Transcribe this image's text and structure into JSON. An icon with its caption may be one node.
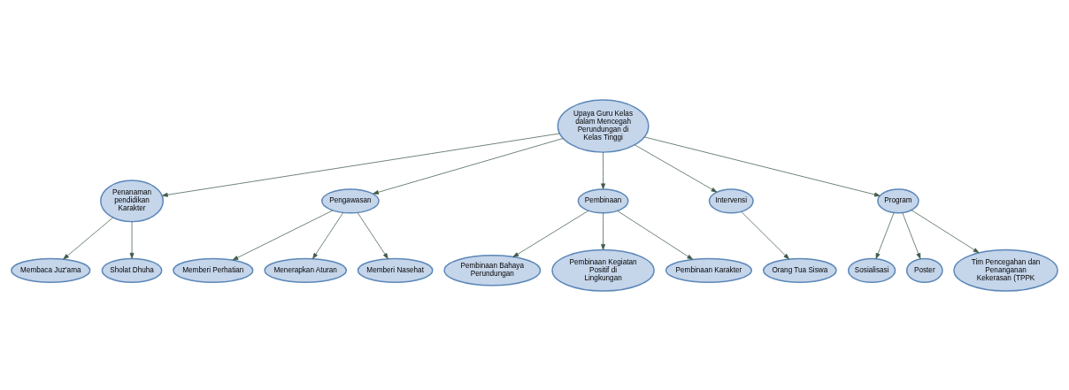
{
  "diagram": {
    "nodes": [
      {
        "text": [
          "Upaya Guru Kelas dalam Mencegah Perundungan di Kelas Tinggi"
        ]
      },
      {
        "text": [
          "Penanaman pendidikan Karakter"
        ]
      },
      {
        "text": [
          "Pengawasan"
        ]
      },
      {
        "text": [
          "Pembinaan"
        ]
      },
      {
        "text": [
          "Intervensi"
        ]
      },
      {
        "text": [
          "Program"
        ]
      },
      {
        "text": [
          "Membaca Juz'ama"
        ]
      },
      {
        "text": [
          "Sholat Dhuha"
        ]
      },
      {
        "text": [
          "Memberi Perhatian"
        ]
      },
      {
        "text": [
          "Menerapkan Aturan"
        ]
      },
      {
        "text": [
          "Memberi Nasehat"
        ]
      },
      {
        "text": [
          "Pembinaan Bahaya Perundungan"
        ]
      },
      {
        "text": [
          "Pembinaan Kegiatan Positif di Lingkungan"
        ]
      },
      {
        "text": [
          "Pembinaan Karakter"
        ]
      },
      {
        "text": [
          "Orang Tua Siswa"
        ]
      },
      {
        "text": [
          "Sosialisasi"
        ]
      },
      {
        "text": [
          "Poster"
        ]
      },
      {
        "text": [
          "Tim Pencegahan dan Penanganan Kekerasan (TPPK"
        ]
      }
    ],
    "edges": [
      {
        "from": 0,
        "to": 1,
        "arrow": "to"
      },
      {
        "from": 0,
        "to": 2,
        "arrow": "to"
      },
      {
        "from": 0,
        "to": 3,
        "arrow": "to"
      },
      {
        "from": 0,
        "to": 4,
        "arrow": "to"
      },
      {
        "from": 0,
        "to": 5,
        "arrow": "to"
      },
      {
        "from": 1,
        "to": 6,
        "arrow": "to"
      },
      {
        "from": 1,
        "to": 7,
        "arrow": "to"
      },
      {
        "from": 2,
        "to": 8,
        "arrow": "to"
      },
      {
        "from": 2,
        "to": 9,
        "arrow": "to"
      },
      {
        "from": 2,
        "to": 10,
        "arrow": "to"
      },
      {
        "from": 3,
        "to": 11,
        "arrow": "to"
      },
      {
        "from": 3,
        "to": 12,
        "arrow": "to"
      },
      {
        "from": 3,
        "to": 13,
        "arrow": "to"
      },
      {
        "from": 4,
        "to": 14,
        "arrow": "to"
      },
      {
        "from": 5,
        "to": 15,
        "arrow": "to"
      },
      {
        "from": 5,
        "to": 16,
        "arrow": "to"
      },
      {
        "from": 5,
        "to": 17,
        "arrow": "to"
      }
    ]
  }
}
